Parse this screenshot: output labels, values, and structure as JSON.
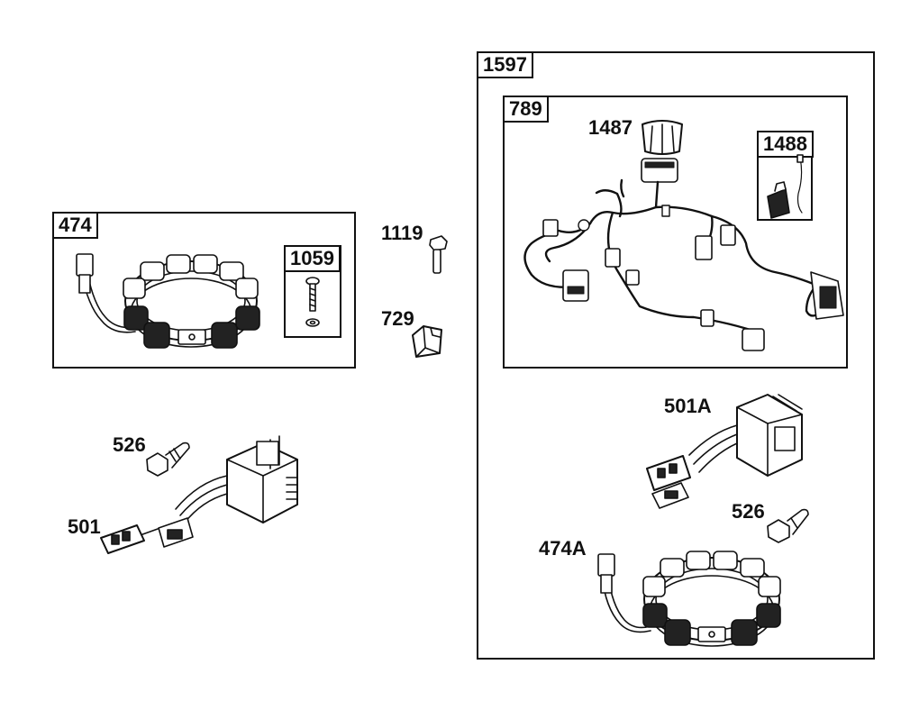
{
  "groups": {
    "g474": "474",
    "g1059": "1059",
    "g1597": "1597",
    "g789": "789",
    "g1488": "1488"
  },
  "labels": {
    "p1119": "1119",
    "p729": "729",
    "p526_left": "526",
    "p501": "501",
    "p1487": "1487",
    "p501A": "501A",
    "p526_right": "526",
    "p474A": "474A"
  },
  "colors": {
    "line": "#111111",
    "background": "#ffffff"
  }
}
